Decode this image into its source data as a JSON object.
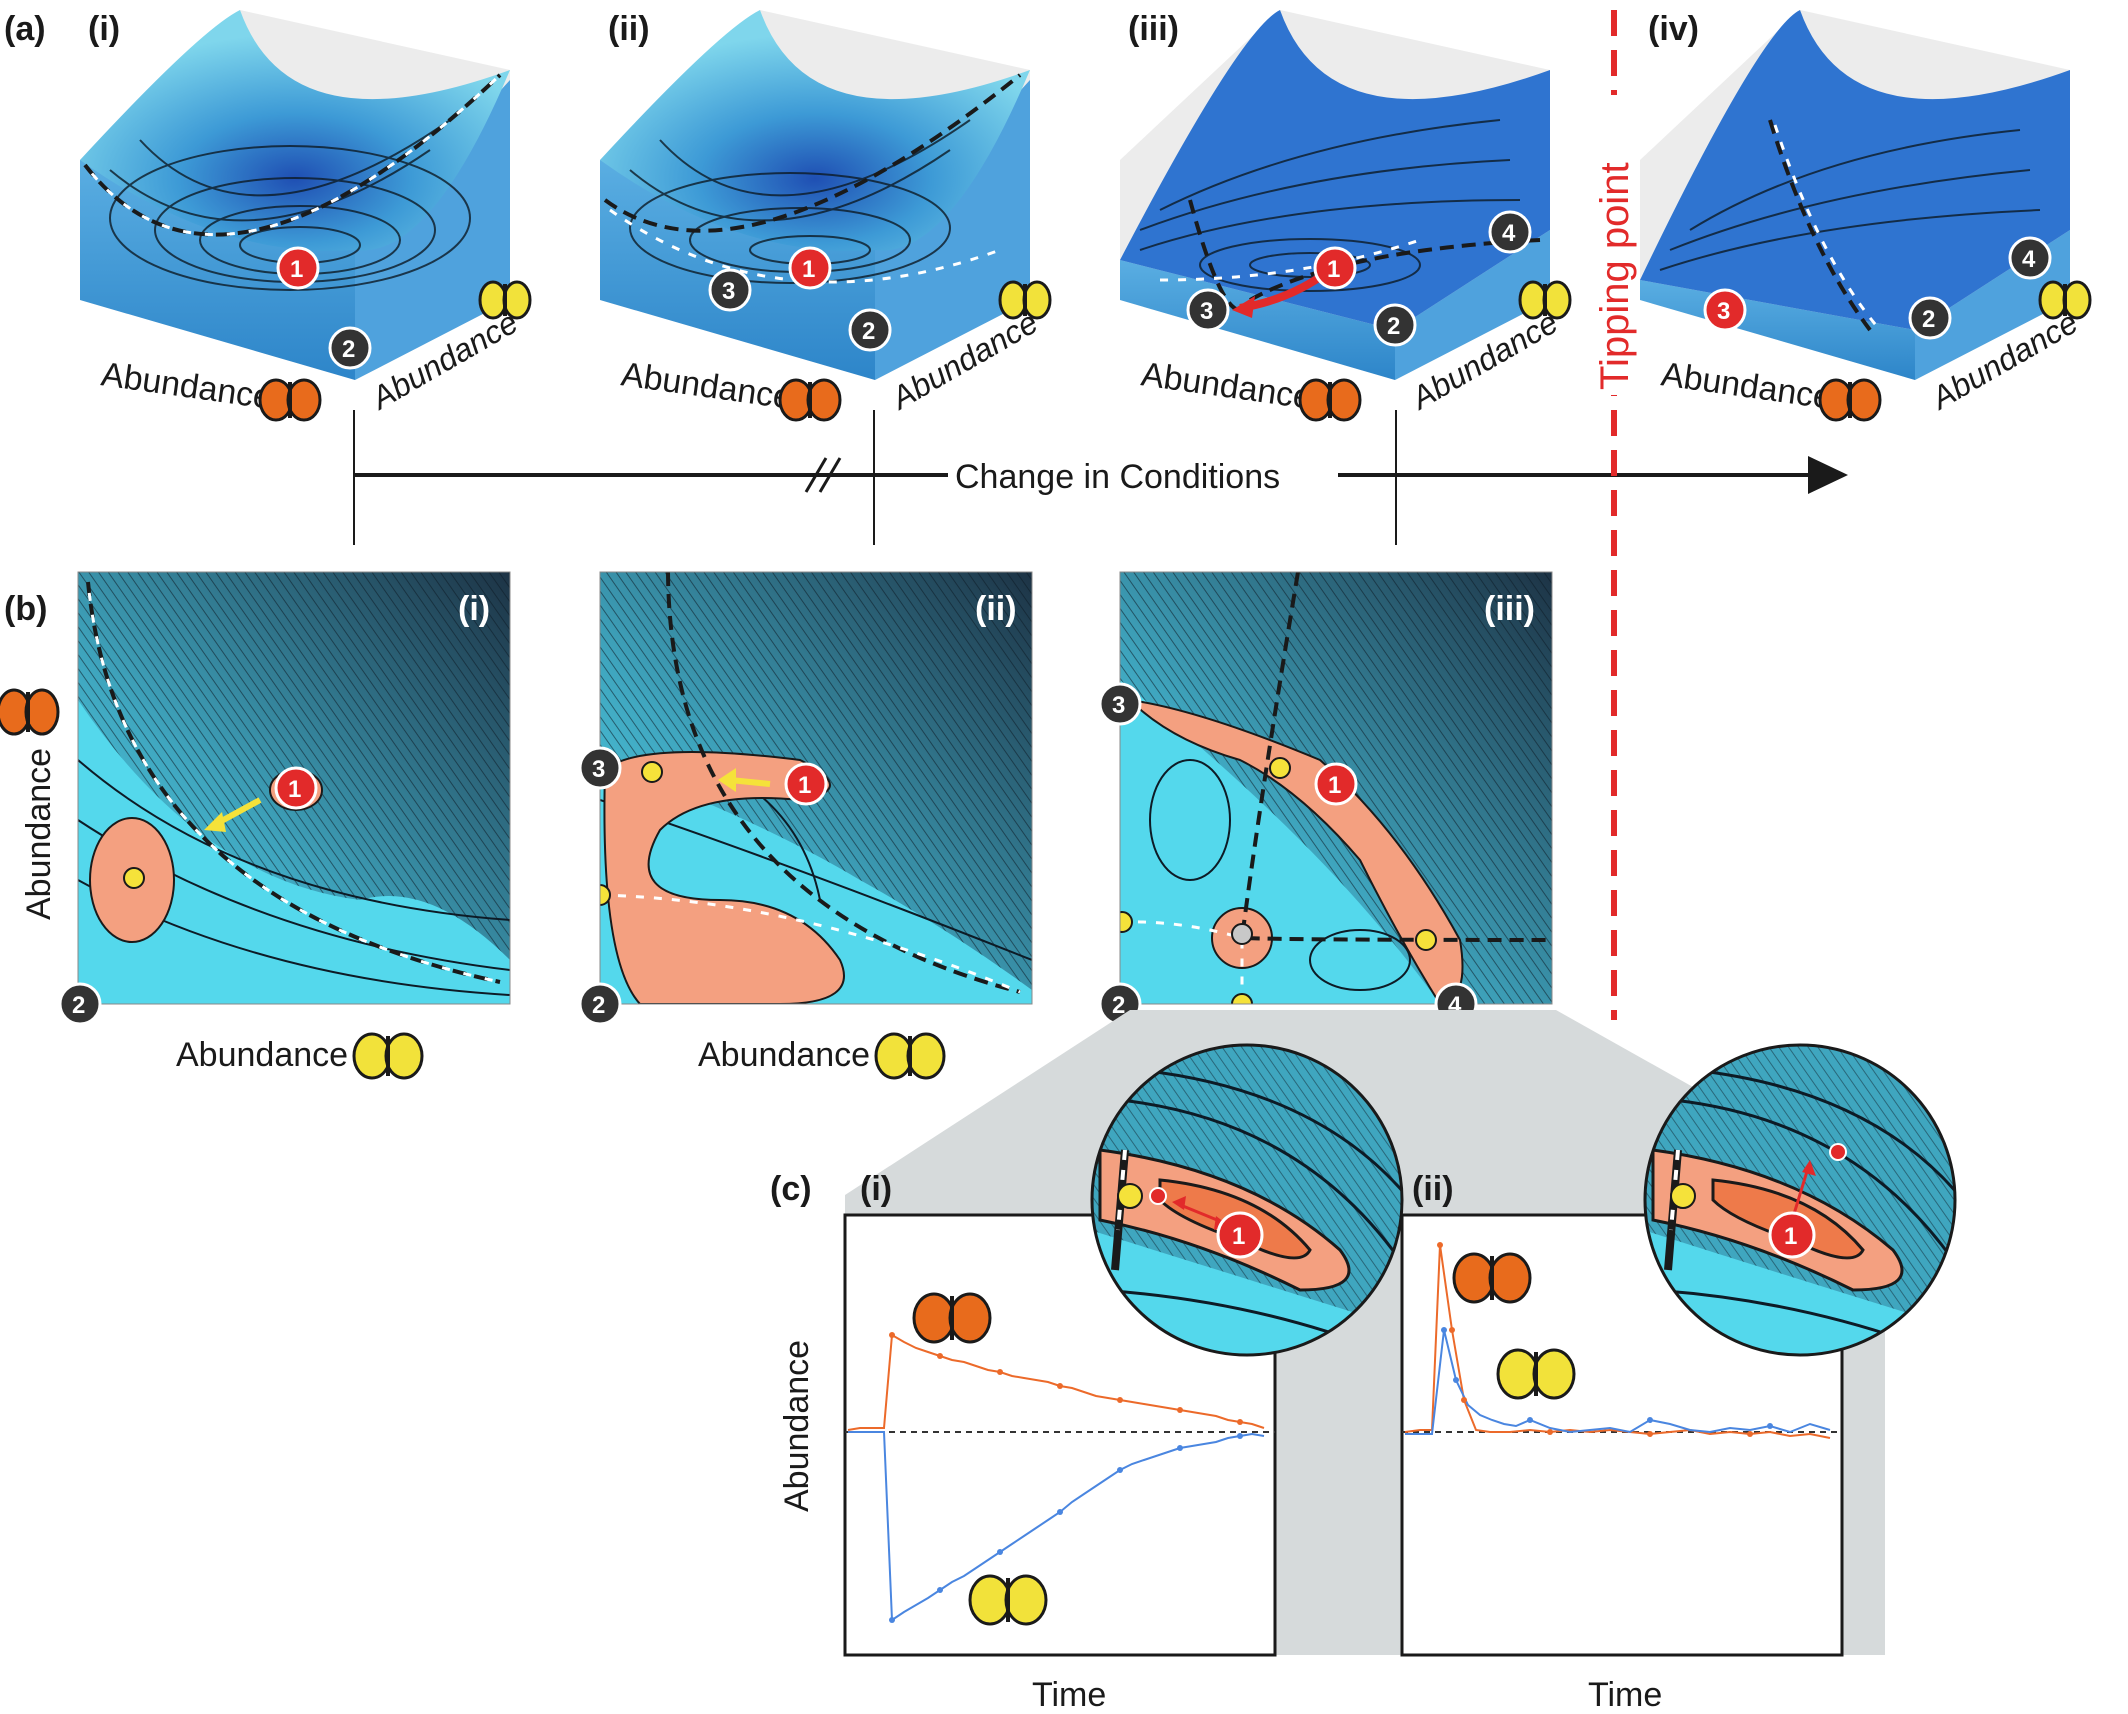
{
  "panel_labels": {
    "a": "(a)",
    "b": "(b)",
    "c": "(c)"
  },
  "sub_labels": [
    "(i)",
    "(ii)",
    "(iii)",
    "(iv)"
  ],
  "axis_abundance": "Abundance",
  "axis_time": "Time",
  "arrow_label": "Change in Conditions",
  "tipping_label": "Tipping point",
  "state_numbers": {
    "s1": "1",
    "s2": "2",
    "s3": "3",
    "s4": "4"
  },
  "colors": {
    "basin": "#3d9ad6",
    "basin_deep": "#1f4fb3",
    "cyan": "#54d8ec",
    "navy": "#1d3345",
    "salmon": "#f4a080",
    "salmon_deep": "#ee7a4a",
    "red": "#e22a2a",
    "yellow": "#f5e23a",
    "orange_series": "#ec6a2a",
    "blue_series": "#4a86e0"
  },
  "icons": [
    "monarch-butterfly-icon",
    "swallowtail-butterfly-icon",
    "state-ball-icon"
  ]
}
